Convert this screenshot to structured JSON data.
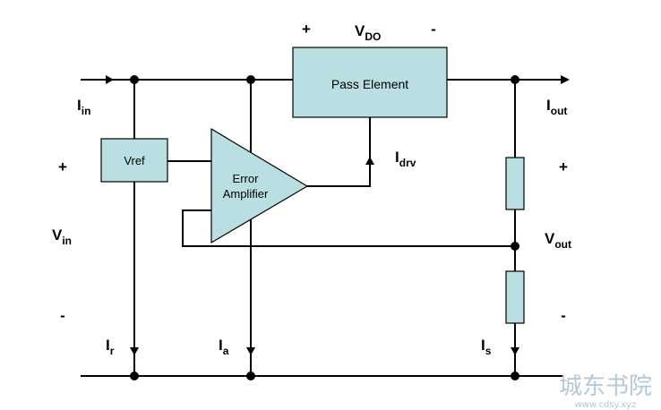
{
  "blocks": {
    "pass_element": "Pass Element",
    "vref": "Vref",
    "error_amplifier_line1": "Error",
    "error_amplifier_line2": "Amplifier"
  },
  "labels": {
    "vdo_plus": "+",
    "vdo_main": "V",
    "vdo_sub": "DO",
    "vdo_minus": "-",
    "iin_main": "I",
    "iin_sub": "in",
    "iout_main": "I",
    "iout_sub": "out",
    "idrv_main": "I",
    "idrv_sub": "drv",
    "vin_plus": "+",
    "vin_main": "V",
    "vin_sub": "in",
    "vin_minus": "-",
    "vout_plus": "+",
    "vout_main": "V",
    "vout_sub": "out",
    "vout_minus": "-",
    "ir_main": "I",
    "ir_sub": "r",
    "ia_main": "I",
    "ia_sub": "a",
    "is_main": "I",
    "is_sub": "s"
  },
  "watermark": {
    "line1": "城东书院",
    "line2": "www.cdsy.xyz"
  },
  "colors": {
    "block_fill": "#b9dfe2",
    "wire": "#000000"
  }
}
